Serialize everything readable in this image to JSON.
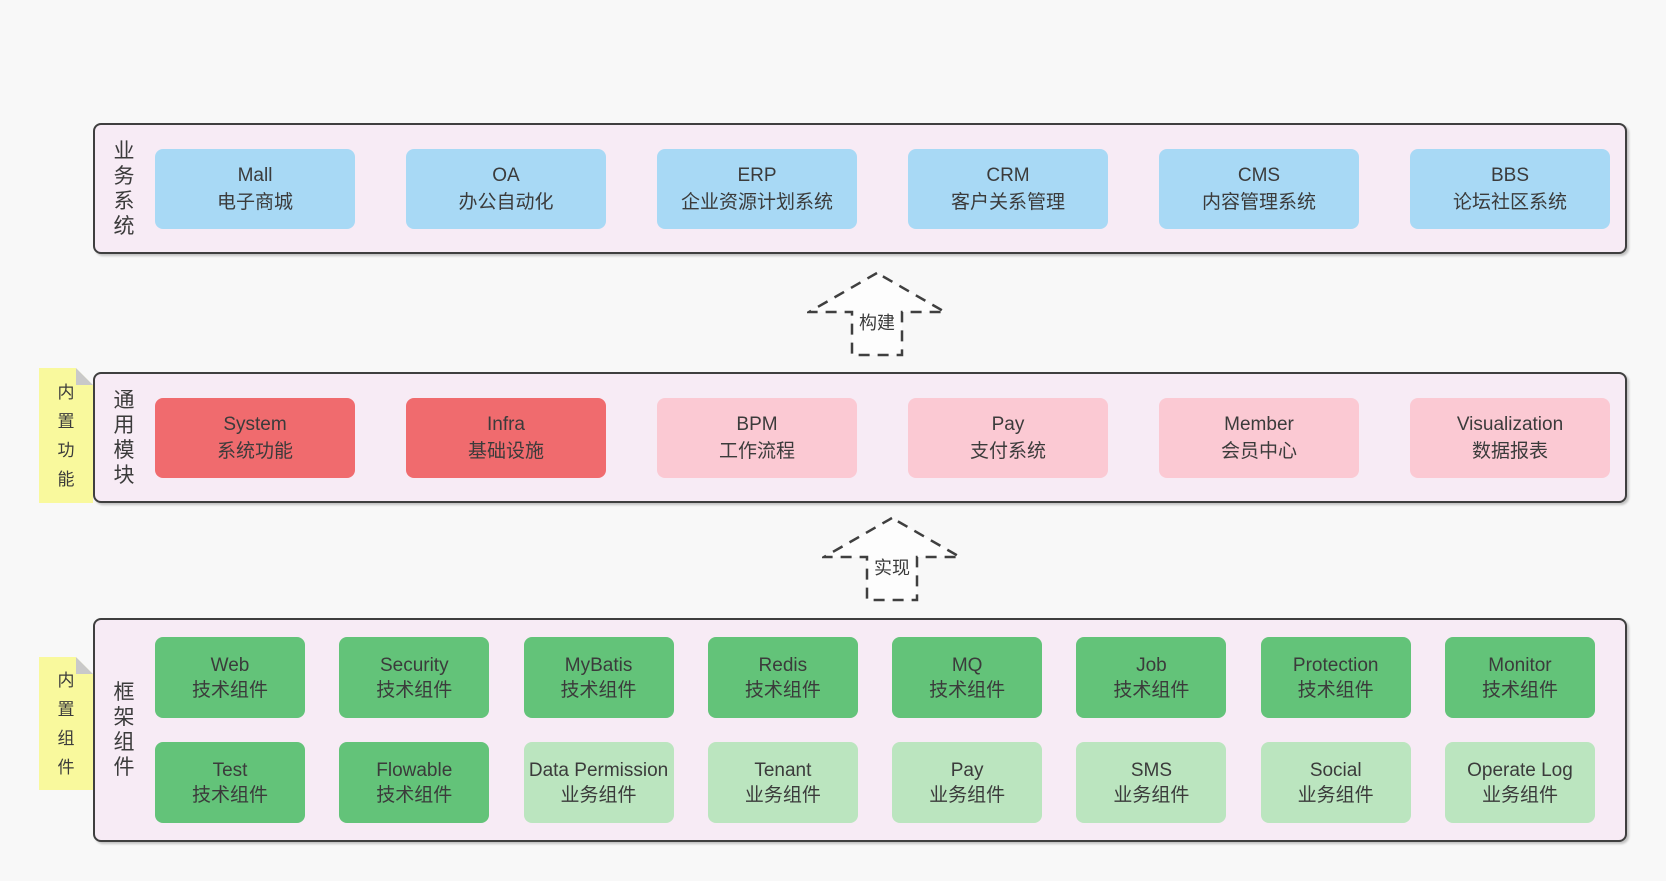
{
  "colors": {
    "page_bg": "#f8f8f8",
    "band_bg": "#f7ebf5",
    "band_border": "#3f3f3f",
    "blue": "#a8d9f5",
    "red": "#f06b6e",
    "pink": "#fbc9d3",
    "green": "#63c379",
    "light_green": "#bbe5bf",
    "sticky_yellow": "#f9f99d",
    "fold_gray": "#c9c9c9",
    "text": "#3b3b3b"
  },
  "arrows": [
    {
      "label": "构建"
    },
    {
      "label": "实现"
    }
  ],
  "bands": {
    "business": {
      "label": "业务系统",
      "boxes": [
        {
          "name": "Mall",
          "desc": "电子商城",
          "variant": "blue"
        },
        {
          "name": "OA",
          "desc": "办公自动化",
          "variant": "blue"
        },
        {
          "name": "ERP",
          "desc": "企业资源计划系统",
          "variant": "blue"
        },
        {
          "name": "CRM",
          "desc": "客户关系管理",
          "variant": "blue"
        },
        {
          "name": "CMS",
          "desc": "内容管理系统",
          "variant": "blue"
        },
        {
          "name": "BBS",
          "desc": "论坛社区系统",
          "variant": "blue"
        }
      ]
    },
    "modules": {
      "label": "通用模块",
      "sticky": "内置功能",
      "boxes": [
        {
          "name": "System",
          "desc": "系统功能",
          "variant": "red"
        },
        {
          "name": "Infra",
          "desc": "基础设施",
          "variant": "red"
        },
        {
          "name": "BPM",
          "desc": "工作流程",
          "variant": "pink"
        },
        {
          "name": "Pay",
          "desc": "支付系统",
          "variant": "pink"
        },
        {
          "name": "Member",
          "desc": "会员中心",
          "variant": "pink"
        },
        {
          "name": "Visualization",
          "desc": "数据报表",
          "variant": "pink"
        }
      ]
    },
    "components": {
      "label": "框架组件",
      "sticky": "内置组件",
      "row1": [
        {
          "name": "Web",
          "desc": "技术组件",
          "variant": "green"
        },
        {
          "name": "Security",
          "desc": "技术组件",
          "variant": "green"
        },
        {
          "name": "MyBatis",
          "desc": "技术组件",
          "variant": "green"
        },
        {
          "name": "Redis",
          "desc": "技术组件",
          "variant": "green"
        },
        {
          "name": "MQ",
          "desc": "技术组件",
          "variant": "green"
        },
        {
          "name": "Job",
          "desc": "技术组件",
          "variant": "green"
        },
        {
          "name": "Protection",
          "desc": "技术组件",
          "variant": "green"
        },
        {
          "name": "Monitor",
          "desc": "技术组件",
          "variant": "green"
        }
      ],
      "row2": [
        {
          "name": "Test",
          "desc": "技术组件",
          "variant": "green"
        },
        {
          "name": "Flowable",
          "desc": "技术组件",
          "variant": "green"
        },
        {
          "name": "Data Permission",
          "desc": "业务组件",
          "variant": "lightgreen"
        },
        {
          "name": "Tenant",
          "desc": "业务组件",
          "variant": "lightgreen"
        },
        {
          "name": "Pay",
          "desc": "业务组件",
          "variant": "lightgreen"
        },
        {
          "name": "SMS",
          "desc": "业务组件",
          "variant": "lightgreen"
        },
        {
          "name": "Social",
          "desc": "业务组件",
          "variant": "lightgreen"
        },
        {
          "name": "Operate Log",
          "desc": "业务组件",
          "variant": "lightgreen"
        }
      ]
    }
  }
}
